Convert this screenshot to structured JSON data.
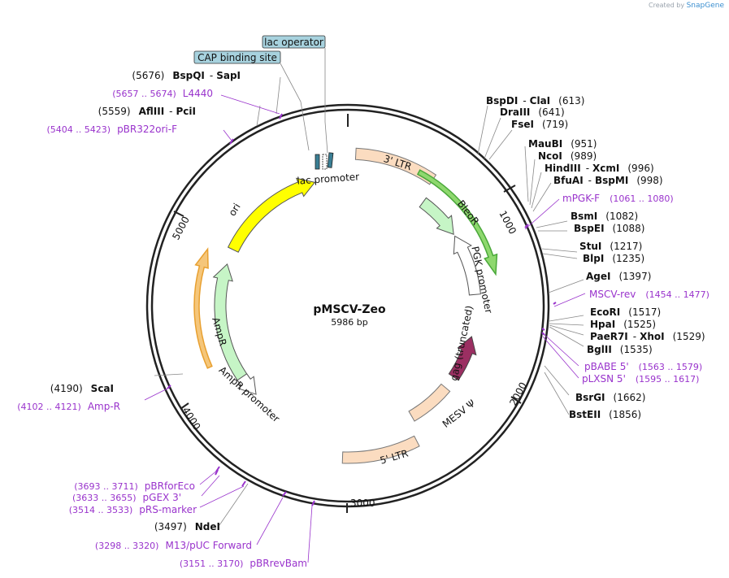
{
  "credit": {
    "prefix": "Created by",
    "brand": "SnapGene"
  },
  "title": "pMSCV-Zeo",
  "length": "5986 bp",
  "ticks": [
    "1000",
    "2000",
    "3000",
    "4000",
    "5000"
  ],
  "features": {
    "lac_promoter": "lac promoter",
    "ltr3": "3' LTR",
    "bleor": "BleoR",
    "pgk_promoter": "PGK promoter",
    "gag": "gag (truncated)",
    "mesv": "MESV Ψ",
    "ltr5": "5' LTR",
    "ori": "ori",
    "ampr": "AmpR",
    "ampr_promoter": "AmpR promoter"
  },
  "boxed": {
    "lac_operator": "lac operator",
    "cap_site": "CAP binding site"
  },
  "sites_right": [
    {
      "a": "BspDI",
      "sep": "-",
      "b": "ClaI",
      "pos": "(613)"
    },
    {
      "a": "DraIII",
      "pos": "(641)"
    },
    {
      "a": "FseI",
      "pos": "(719)"
    },
    {
      "a": "MauBI",
      "pos": "(951)"
    },
    {
      "a": "NcoI",
      "pos": "(989)"
    },
    {
      "a": "HindIII",
      "sep": "-",
      "b": "XcmI",
      "pos": "(996)"
    },
    {
      "a": "BfuAI",
      "sep": "-",
      "b": "BspMI",
      "pos": "(998)"
    },
    {
      "a": "BsmI",
      "pos": "(1082)"
    },
    {
      "a": "BspEI",
      "pos": "(1088)"
    },
    {
      "a": "StuI",
      "pos": "(1217)"
    },
    {
      "a": "BlpI",
      "pos": "(1235)"
    },
    {
      "a": "AgeI",
      "pos": "(1397)"
    },
    {
      "a": "EcoRI",
      "pos": "(1517)"
    },
    {
      "a": "HpaI",
      "pos": "(1525)"
    },
    {
      "a": "PaeR7I",
      "sep": "-",
      "b": "XhoI",
      "pos": "(1529)"
    },
    {
      "a": "BglII",
      "pos": "(1535)"
    },
    {
      "a": "BsrGI",
      "pos": "(1662)"
    },
    {
      "a": "BstEII",
      "pos": "(1856)"
    }
  ],
  "sites_left": [
    {
      "pos": "(5676)",
      "a": "BspQI",
      "sep": "-",
      "b": "SapI"
    },
    {
      "pos": "(5559)",
      "a": "AflIII",
      "sep": "-",
      "b": "PciI"
    },
    {
      "pos": "(4190)",
      "a": "ScaI"
    },
    {
      "pos": "(3497)",
      "a": "NdeI"
    }
  ],
  "primers_right": [
    {
      "name": "mPGK-F",
      "range": "(1061 .. 1080)"
    },
    {
      "name": "MSCV-rev",
      "range": "(1454 .. 1477)"
    },
    {
      "name": "pBABE 5'",
      "range": "(1563 .. 1579)"
    },
    {
      "name": "pLXSN 5'",
      "range": "(1595 .. 1617)"
    }
  ],
  "primers_left": [
    {
      "range": "(5657 .. 5674)",
      "name": "L4440"
    },
    {
      "range": "(5404 .. 5423)",
      "name": "pBR322ori-F"
    },
    {
      "range": "(4102 .. 4121)",
      "name": "Amp-R"
    },
    {
      "range": "(3693 .. 3711)",
      "name": "pBRforEco"
    },
    {
      "range": "(3633 .. 3655)",
      "name": "pGEX 3'"
    },
    {
      "range": "(3514 .. 3533)",
      "name": "pRS-marker"
    },
    {
      "range": "(3298 .. 3320)",
      "name": "M13/pUC Forward"
    },
    {
      "range": "(3151 .. 3170)",
      "name": "pBRrevBam"
    }
  ],
  "colors": {
    "backbone": "#222222",
    "primer": "#9933cc",
    "ltr": "#fbdcc0",
    "bleor": "#c6f5c6",
    "bleor_outline": "#4aa83a",
    "ori": "#ffff00",
    "ampr": "#c6f5c6",
    "ampr_outline": "#e8a030",
    "gag": "#9b2f62",
    "lac_operator_box": "#a7d2de"
  }
}
